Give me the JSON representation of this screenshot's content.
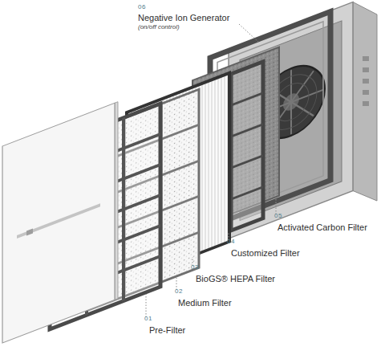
{
  "diagram": {
    "labels": [
      "06",
      "Negative Ion Generator",
      "(on/off control)",
      "05",
      "Activated Carbon Filter",
      "04",
      "Customized Filter",
      "03",
      "BioGS® HEPA Filter",
      "02",
      "Medium Filter",
      "01",
      "Pre-Filter"
    ]
  }
}
